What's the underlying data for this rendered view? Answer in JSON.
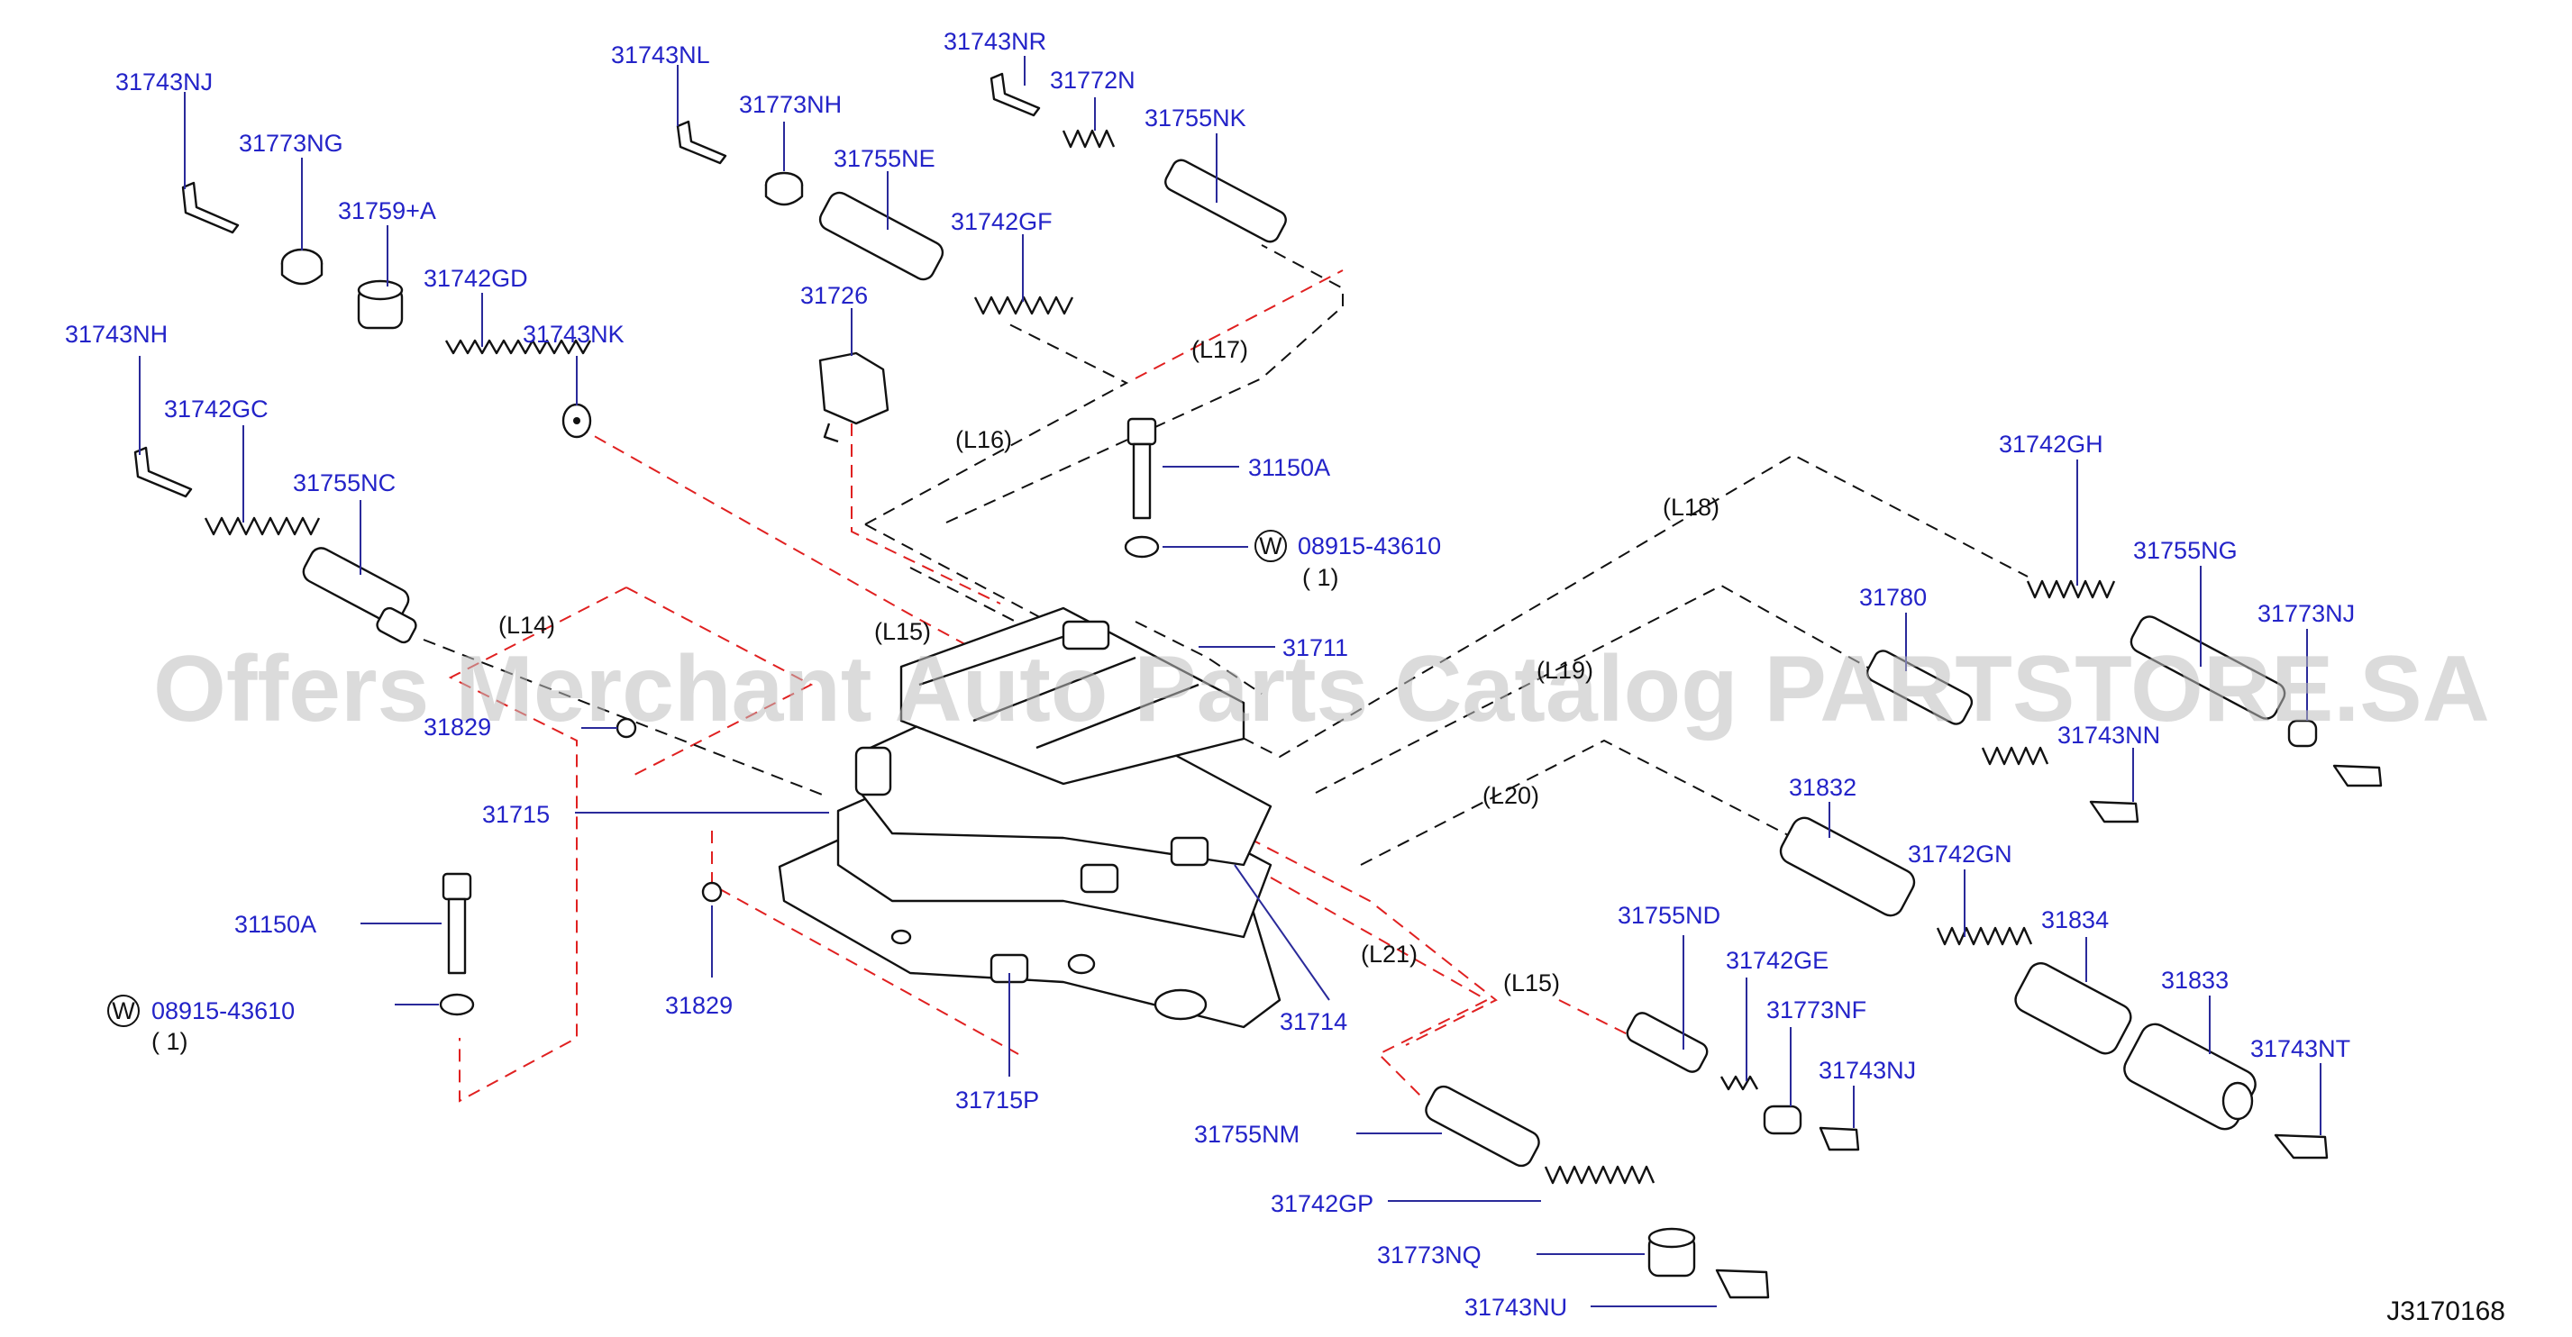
{
  "diagram": {
    "reference_code": "J3170168",
    "watermark": "Offers Merchant Auto Parts Catalog PARTSTORE.SA",
    "washer_symbol": "W",
    "parts": [
      {
        "id": "p1",
        "label": "31743NJ"
      },
      {
        "id": "p2",
        "label": "31773NG"
      },
      {
        "id": "p3",
        "label": "31759+A"
      },
      {
        "id": "p4",
        "label": "31742GD"
      },
      {
        "id": "p5",
        "label": "31743NK"
      },
      {
        "id": "p6",
        "label": "31743NH"
      },
      {
        "id": "p7",
        "label": "31742GC"
      },
      {
        "id": "p8",
        "label": "31755NC"
      },
      {
        "id": "p9",
        "label": "31829"
      },
      {
        "id": "p10",
        "label": "31715"
      },
      {
        "id": "p11",
        "label": "31150A"
      },
      {
        "id": "p12",
        "label": "08915-43610"
      },
      {
        "id": "p13",
        "label": "31829"
      },
      {
        "id": "p14",
        "label": "31715P"
      },
      {
        "id": "p15",
        "label": "31743NL"
      },
      {
        "id": "p16",
        "label": "31773NH"
      },
      {
        "id": "p17",
        "label": "31755NE"
      },
      {
        "id": "p18",
        "label": "31726"
      },
      {
        "id": "p19",
        "label": "31743NR"
      },
      {
        "id": "p20",
        "label": "31772N"
      },
      {
        "id": "p21",
        "label": "31755NK"
      },
      {
        "id": "p22",
        "label": "31742GF"
      },
      {
        "id": "p23",
        "label": "31150A"
      },
      {
        "id": "p24",
        "label": "08915-43610"
      },
      {
        "id": "p25",
        "label": "31711"
      },
      {
        "id": "p26",
        "label": "31714"
      },
      {
        "id": "p27",
        "label": "31742GH"
      },
      {
        "id": "p28",
        "label": "31755NG"
      },
      {
        "id": "p29",
        "label": "31780"
      },
      {
        "id": "p30",
        "label": "31773NJ"
      },
      {
        "id": "p31",
        "label": "31743NN"
      },
      {
        "id": "p32",
        "label": "31832"
      },
      {
        "id": "p33",
        "label": "31742GN"
      },
      {
        "id": "p34",
        "label": "31834"
      },
      {
        "id": "p35",
        "label": "31833"
      },
      {
        "id": "p36",
        "label": "31743NT"
      },
      {
        "id": "p37",
        "label": "31755ND"
      },
      {
        "id": "p38",
        "label": "31742GE"
      },
      {
        "id": "p39",
        "label": "31773NF"
      },
      {
        "id": "p40",
        "label": "31743NJ"
      },
      {
        "id": "p41",
        "label": "31755NM"
      },
      {
        "id": "p42",
        "label": "31742GP"
      },
      {
        "id": "p43",
        "label": "31773NQ"
      },
      {
        "id": "p44",
        "label": "31743NU"
      }
    ],
    "quantities": [
      {
        "for": "p12",
        "text": "( 1)"
      },
      {
        "for": "p24",
        "text": "( 1)"
      }
    ],
    "routes": [
      {
        "label": "(L14)"
      },
      {
        "label": "(L15)"
      },
      {
        "label": "(L15)"
      },
      {
        "label": "(L16)"
      },
      {
        "label": "(L17)"
      },
      {
        "label": "(L18)"
      },
      {
        "label": "(L19)"
      },
      {
        "label": "(L20)"
      },
      {
        "label": "(L21)"
      }
    ]
  }
}
